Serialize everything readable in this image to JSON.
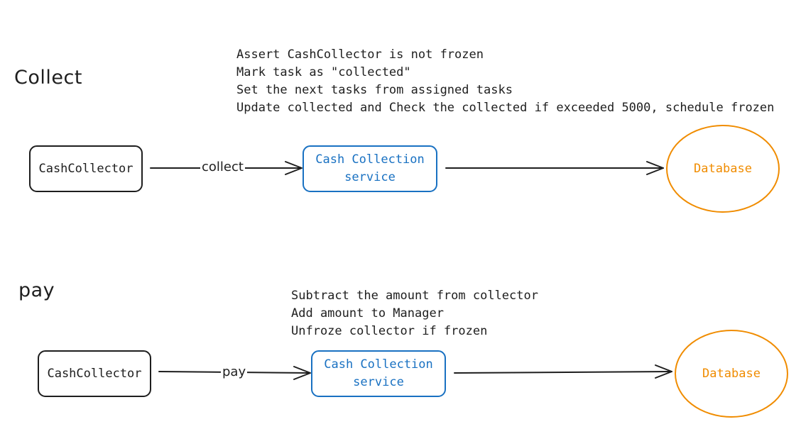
{
  "sections": [
    {
      "title": "Collect",
      "notes": [
        "Assert CashCollector is not frozen",
        "Mark task as \"collected\"",
        "Set the next tasks from assigned tasks",
        "Update collected and Check the collected if exceeded 5000, schedule frozen"
      ],
      "actor": "CashCollector",
      "action": "collect",
      "service_line1": "Cash Collection",
      "service_line2": "service",
      "store": "Database"
    },
    {
      "title": "pay",
      "notes": [
        "Subtract the amount from collector",
        "Add amount to Manager",
        "Unfroze collector if frozen"
      ],
      "actor": "CashCollector",
      "action": "pay",
      "service_line1": "Cash Collection",
      "service_line2": "service",
      "store": "Database"
    }
  ],
  "colors": {
    "stroke": "#1e1e1e",
    "service": "#1971c2",
    "database": "#f08c00"
  }
}
